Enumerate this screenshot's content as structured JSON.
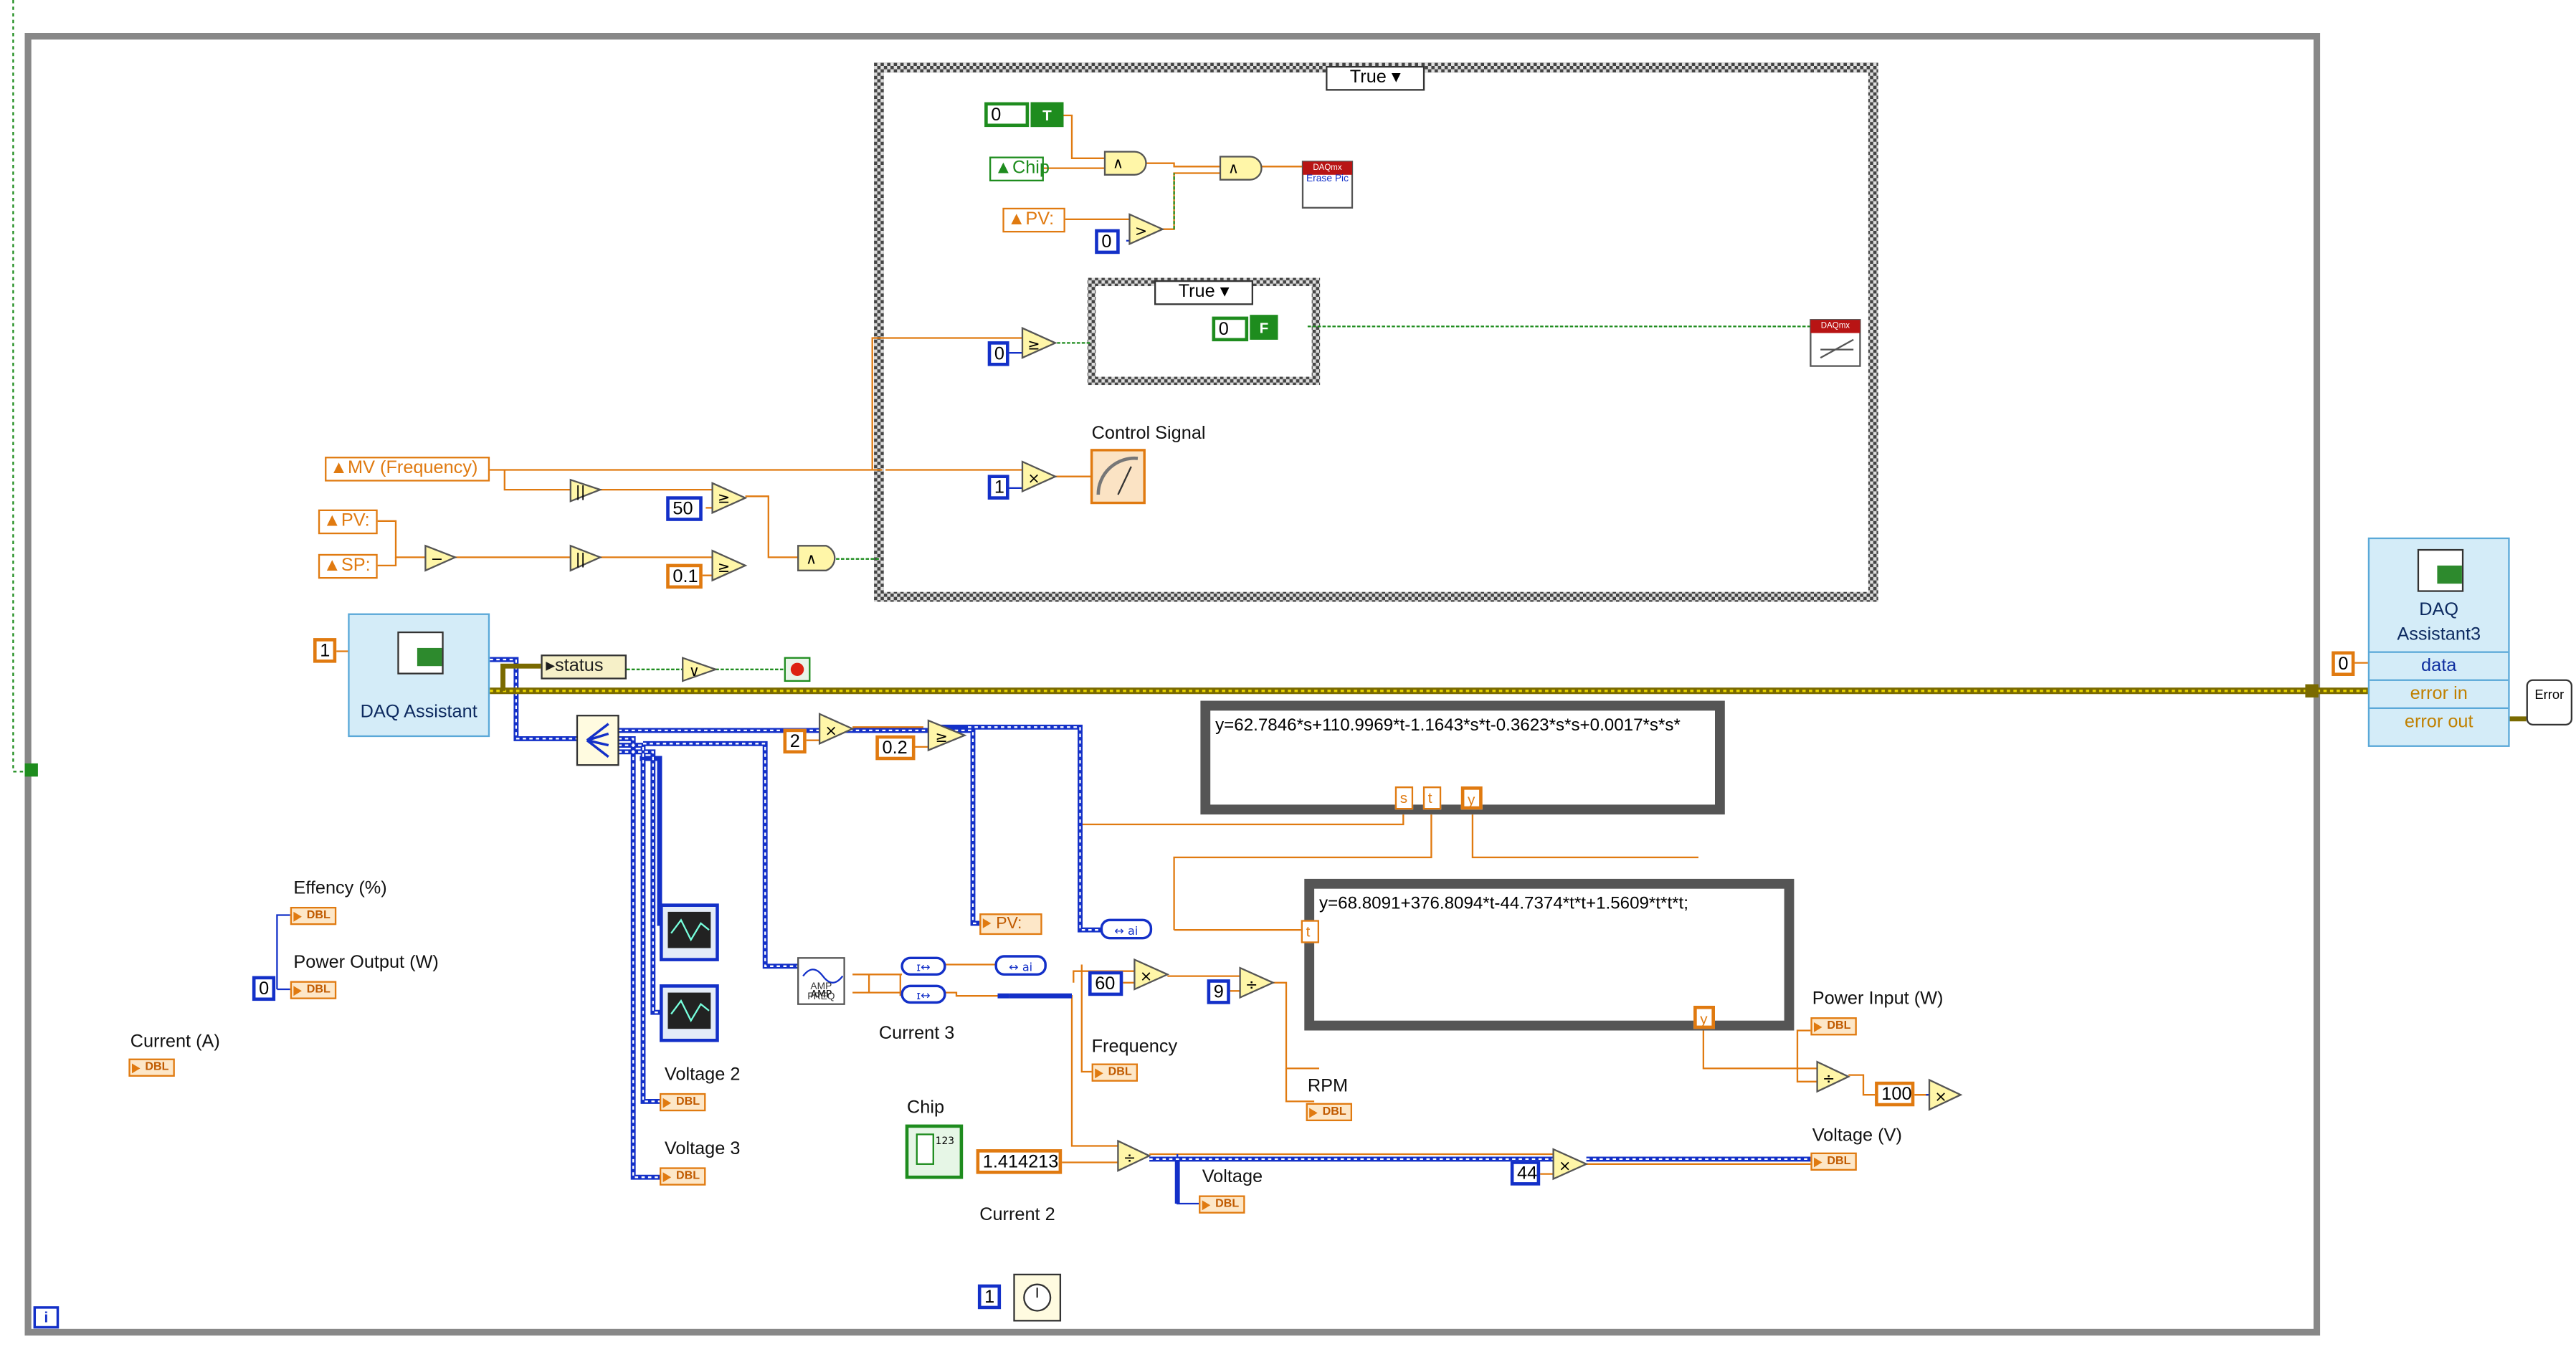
{
  "case_structure_outer": {
    "selector": "True"
  },
  "case_structure_inner": {
    "selector": "True"
  },
  "controls": {
    "mv_frequency": "MV (Frequency)",
    "pv": "PV:",
    "sp": "SP:",
    "chip": "Chip",
    "pv_local_outer": "PV:",
    "pv_local_main": "PV:",
    "status": "status"
  },
  "constants": {
    "c_0_top": "0",
    "c_0_pv_compare": "0",
    "c_0_inner": "0",
    "c_0_inner_case": "0",
    "c_1_control": "1",
    "c_50": "50",
    "c_0_1": "0.1",
    "c_1_daq": "1",
    "c_2": "2",
    "c_0_2": "0.2",
    "c_0_power": "0",
    "c_60": "60",
    "c_9": "9",
    "c_100": "100",
    "c_1_414213": "1.414213",
    "c_44": "44",
    "c_0_daq3": "0",
    "c_1_wait": "1",
    "bool_T": "T",
    "bool_F": "F"
  },
  "formula_nodes": {
    "formula1": "y=62.7846*s+110.9969*t-1.1643*s*t-0.3623*s*s+0.0017*s*s*",
    "formula2": "y=68.8091+376.8094*t-44.7374*t*t+1.5609*t*t*t;",
    "f1_terms": [
      "s",
      "t",
      "y"
    ],
    "f2_terms": [
      "t",
      "y"
    ]
  },
  "indicators": {
    "effency": "Effency (%)",
    "power_output": "Power Output (W)",
    "current_a": "Current (A)",
    "control_signal": "Control Signal",
    "current3": "Current 3",
    "frequency": "Frequency",
    "rpm": "RPM",
    "power_input": "Power Input (W)",
    "voltage_v": "Voltage (V)",
    "voltage": "Voltage",
    "voltage2": "Voltage 2",
    "voltage3": "Voltage 3",
    "chip_label": "Chip",
    "current2": "Current 2",
    "dbl": "DBL"
  },
  "daq_assistant": {
    "title": "DAQ Assistant"
  },
  "daq_assistant3": {
    "title_line1": "DAQ",
    "title_line2": "Assistant3",
    "rows": [
      "data",
      "error in",
      "error out"
    ]
  },
  "daqmx_nodes": {
    "label": "DAQmx",
    "sub": "Erase Pic"
  },
  "error_handler": {
    "label": "Error"
  },
  "functions": {
    "amp_freq": "AMP FREQ",
    "and": "∧",
    "greater": ">",
    "greater_eq": "≥",
    "multiply": "×",
    "divide": "÷",
    "subtract": "−",
    "abs": "|x|",
    "or": "∨"
  },
  "loop_iteration": "i",
  "colors": {
    "orange_wire": "#e07a10",
    "blue_wire": "#1330c8",
    "green_wire": "#1e8c1e",
    "error_wire": "#7a6a00",
    "case_frame": "#555555",
    "loop_frame": "#888888",
    "daq_bg": "#d4ecf8"
  }
}
